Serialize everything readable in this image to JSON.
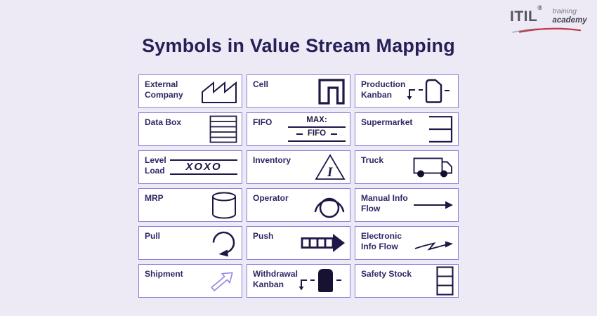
{
  "colors": {
    "background": "#edeaf6",
    "cell_background": "#ffffff",
    "cell_border": "#8a7fdb",
    "title": "#262057",
    "label": "#2e2766",
    "symbol_ink": "#1d1845",
    "shipment_arrow": "#8f85e2",
    "logo_swoosh_red": "#c0394e"
  },
  "header": {
    "title": "Symbols in Value Stream Mapping"
  },
  "logo": {
    "brand": "ITIL",
    "registered_mark": "®",
    "tagline_line1": "training",
    "tagline_line2": "academy"
  },
  "grid": {
    "items": [
      {
        "label": "External Company",
        "icon": "factory-icon"
      },
      {
        "label": "Cell",
        "icon": "work-cell-icon"
      },
      {
        "label": "Production Kanban",
        "icon": "production-kanban-icon"
      },
      {
        "label": "Data Box",
        "icon": "data-box-icon"
      },
      {
        "label": "FIFO",
        "icon": "fifo-lane-icon",
        "symbol_text": {
          "max": "MAX:",
          "fifo": "FIFO"
        }
      },
      {
        "label": "Supermarket",
        "icon": "supermarket-icon"
      },
      {
        "label": "Level Load",
        "icon": "level-load-icon",
        "symbol_text": {
          "xoxo": "XOXO"
        }
      },
      {
        "label": "Inventory",
        "icon": "inventory-triangle-icon",
        "symbol_text": {
          "i": "I"
        }
      },
      {
        "label": "Truck",
        "icon": "truck-icon"
      },
      {
        "label": "MRP",
        "icon": "mrp-cylinder-icon"
      },
      {
        "label": "Operator",
        "icon": "operator-icon"
      },
      {
        "label": "Manual Info Flow",
        "icon": "manual-info-flow-arrow-icon"
      },
      {
        "label": "Pull",
        "icon": "pull-arrow-icon"
      },
      {
        "label": "Push",
        "icon": "push-arrow-icon"
      },
      {
        "label": "Electronic Info Flow",
        "icon": "electronic-info-flow-arrow-icon"
      },
      {
        "label": "Shipment",
        "icon": "shipment-arrow-icon"
      },
      {
        "label": "Withdrawal Kanban",
        "icon": "withdrawal-kanban-icon"
      },
      {
        "label": "Safety Stock",
        "icon": "safety-stock-icon"
      }
    ]
  }
}
